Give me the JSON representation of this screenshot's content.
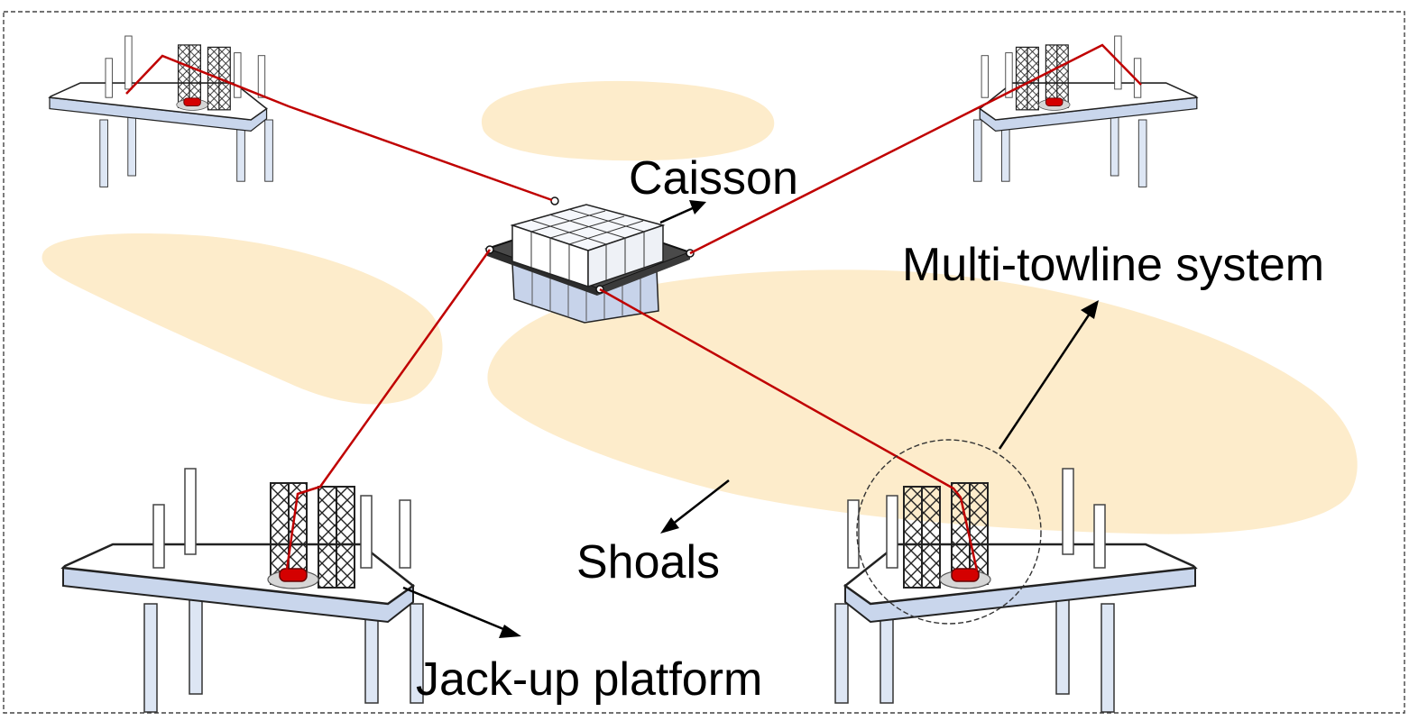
{
  "labels": {
    "caisson": "Caisson",
    "multi_towline": "Multi-towline system",
    "shoals": "Shoals",
    "jack_up": "Jack-up platform"
  },
  "colors": {
    "shoal_fill": "#fdeccb",
    "towline": "#c00000",
    "deck_fill": "#ffffff",
    "deck_side": "#c9d6ec",
    "leg_fill": "#dde6f4",
    "winch": "#d40000"
  }
}
